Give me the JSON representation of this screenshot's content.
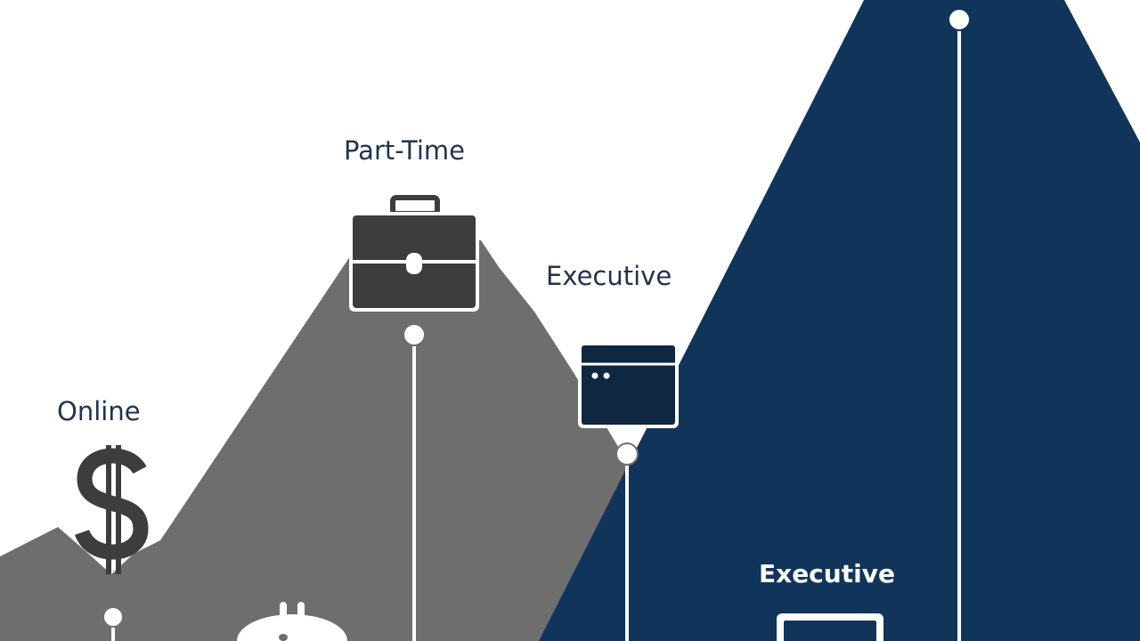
{
  "labels": {
    "online": "Online",
    "part_time": "Part-Time",
    "executive_mid": "Executive",
    "executive_peak": "Executive"
  },
  "icons": [
    "dollar-sign-icon",
    "briefcase-icon",
    "browser-window-icon",
    "coin-icon",
    "laptop-icon"
  ],
  "colors": {
    "background": "#ffffff",
    "gray_mountain": "#6e6e6e",
    "navy_mountain": "#11355a",
    "icon_dark": "#3d3d3d",
    "icon_navy_dark": "#0f2740",
    "line": "#ffffff",
    "label_text": "#1f3350"
  }
}
